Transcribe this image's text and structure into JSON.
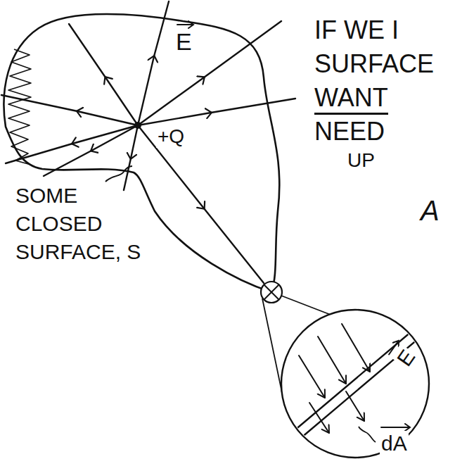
{
  "diagram": {
    "labels": [
      "IF WE I",
      "SURFACE",
      "WANT",
      "NEED",
      "UP",
      "A",
      "E",
      "+Q",
      "SOME CLOSED SURFACE, S",
      "E",
      "dA"
    ]
  }
}
